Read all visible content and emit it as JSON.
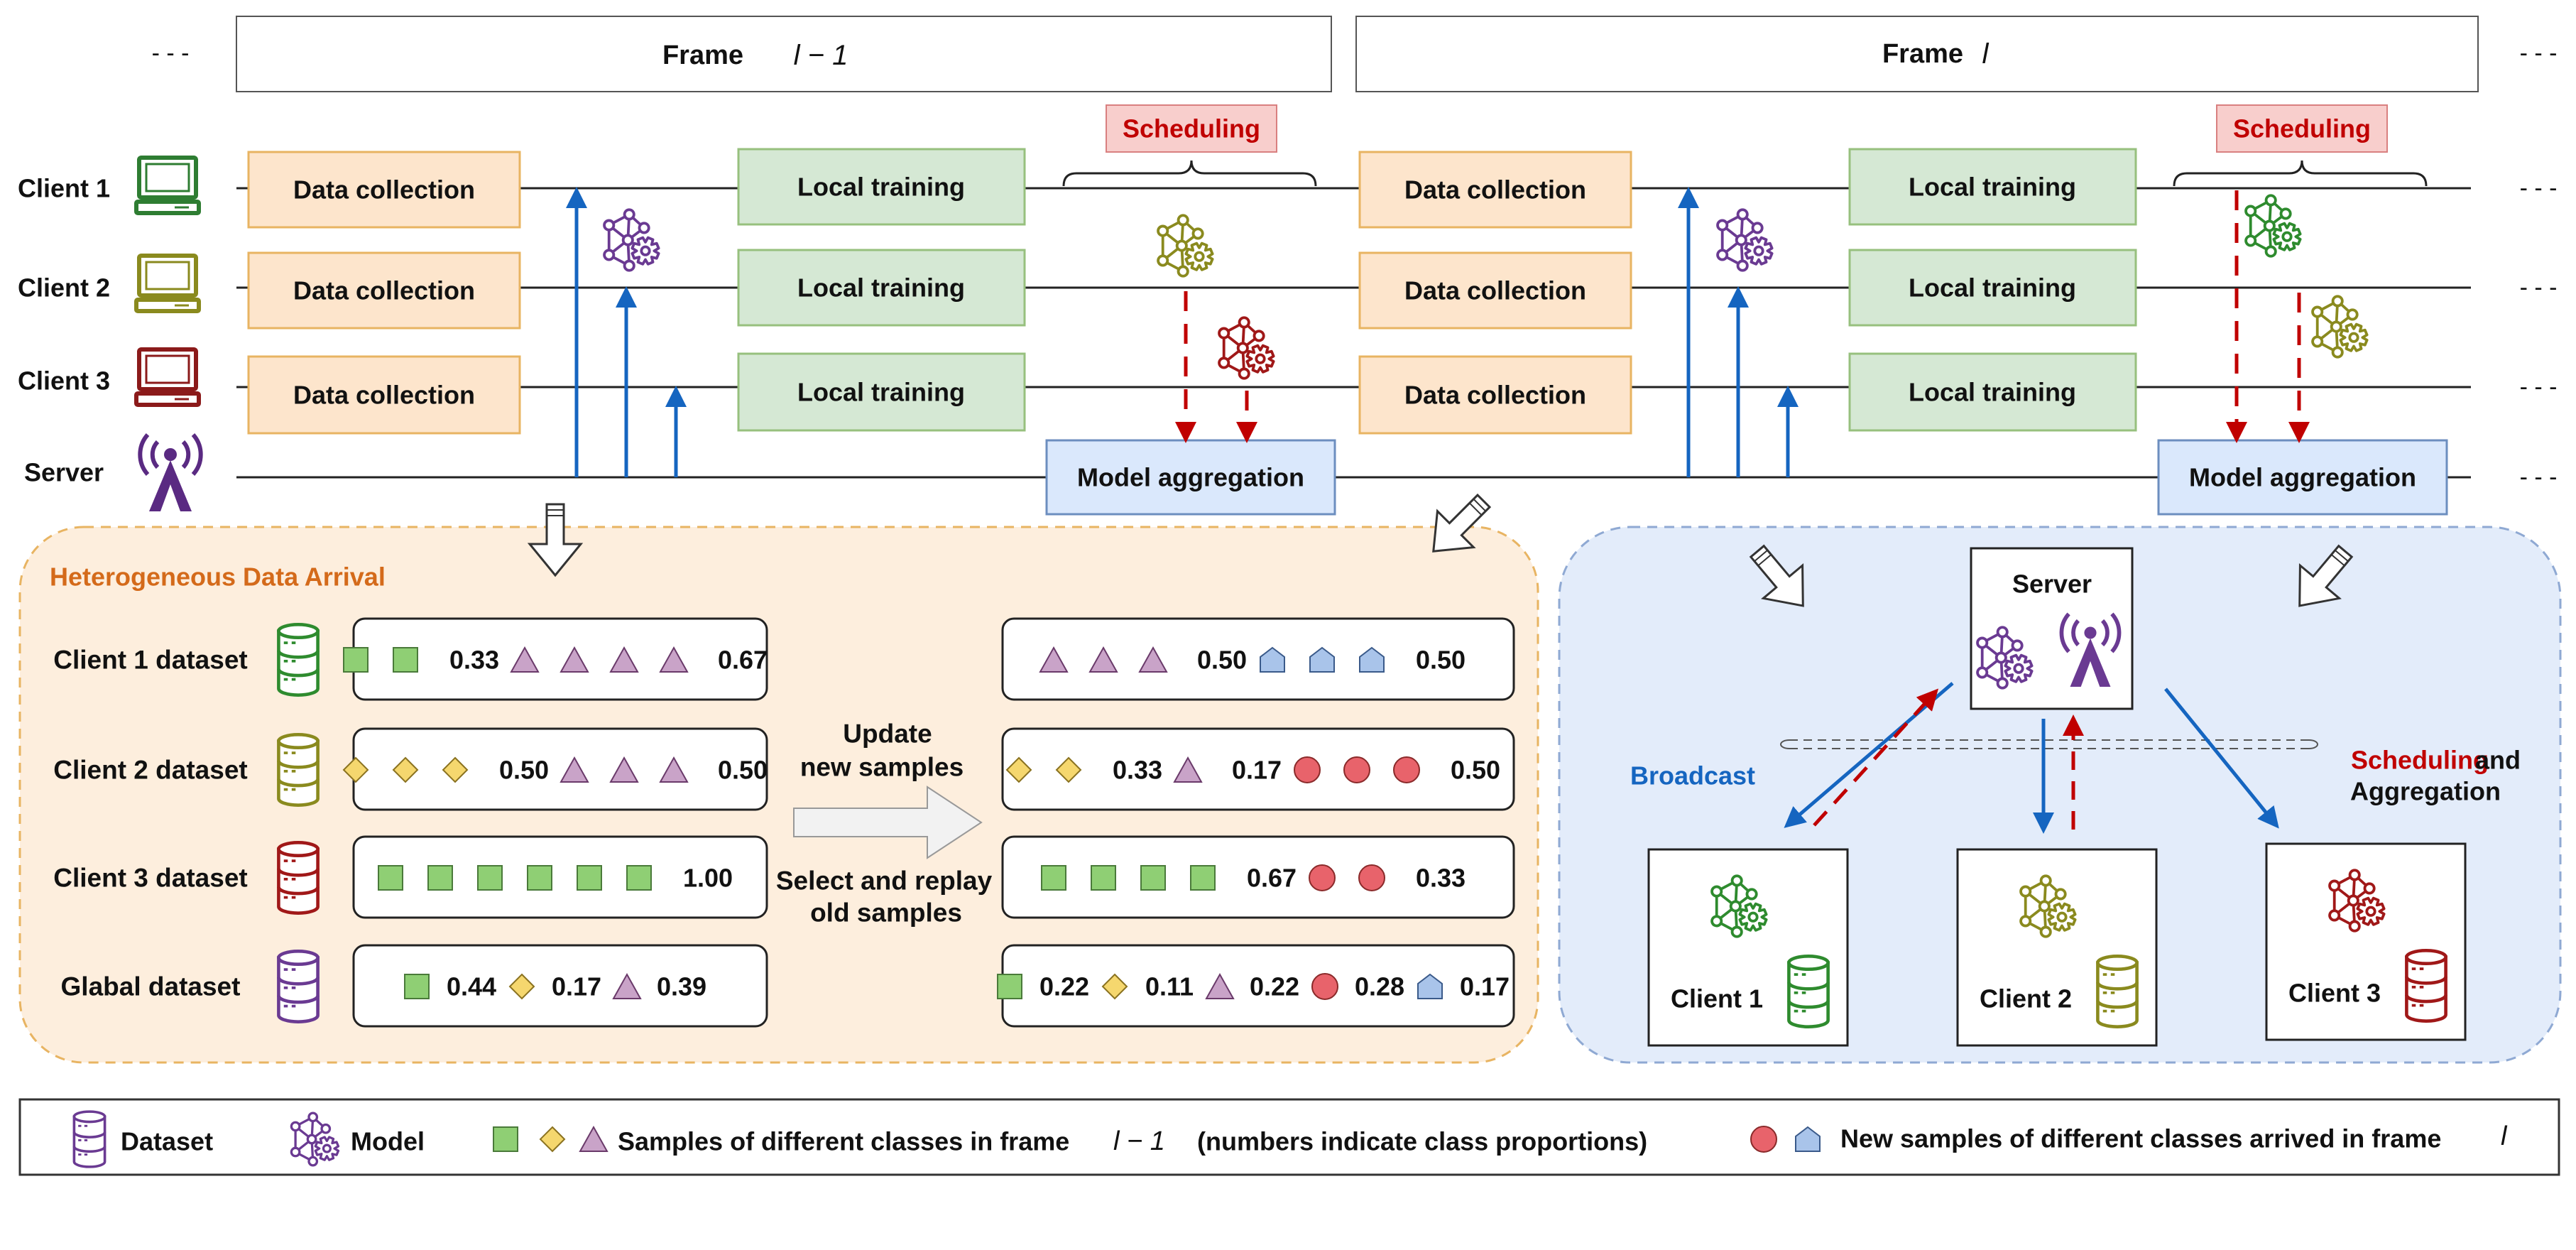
{
  "frames": [
    {
      "label": "Frame",
      "math": "l − 1"
    },
    {
      "label": "Frame",
      "math": "l"
    }
  ],
  "ellipsis": "- - -",
  "rows": [
    {
      "label": "Client 1",
      "icon": "computer-icon",
      "color": "#2e7d32"
    },
    {
      "label": "Client 2",
      "icon": "computer-icon",
      "color": "#8a8a1e"
    },
    {
      "label": "Client 3",
      "icon": "computer-icon",
      "color": "#8b1a1a"
    },
    {
      "label": "Server",
      "icon": "antenna-tower-icon",
      "color": "#5a2a82"
    }
  ],
  "timeline": {
    "data_collection": "Data collection",
    "local_training": "Local training",
    "scheduling": "Scheduling",
    "model_aggregation": "Model aggregation"
  },
  "hetero": {
    "title": "Heterogeneous Data Arrival",
    "dataset_labels": [
      "Client 1 dataset",
      "Client 2 dataset",
      "Client 3 dataset",
      "Glabal dataset"
    ],
    "update_label": [
      "Update",
      "new samples"
    ],
    "replay_label": [
      "Select and replay",
      "old samples"
    ],
    "before": [
      [
        {
          "shape": "square",
          "count": 2,
          "value": "0.33"
        },
        {
          "shape": "triangle",
          "count": 4,
          "value": "0.67"
        }
      ],
      [
        {
          "shape": "diamond",
          "count": 3,
          "value": "0.50"
        },
        {
          "shape": "triangle",
          "count": 3,
          "value": "0.50"
        }
      ],
      [
        {
          "shape": "square",
          "count": 6,
          "value": "1.00"
        }
      ],
      [
        {
          "shape": "square",
          "count": 1,
          "value": "0.44"
        },
        {
          "shape": "diamond",
          "count": 1,
          "value": "0.17"
        },
        {
          "shape": "triangle",
          "count": 1,
          "value": "0.39"
        }
      ]
    ],
    "after": [
      [
        {
          "shape": "triangle",
          "count": 3,
          "value": "0.50"
        },
        {
          "shape": "pentagon",
          "count": 3,
          "value": "0.50"
        }
      ],
      [
        {
          "shape": "diamond",
          "count": 2,
          "value": "0.33"
        },
        {
          "shape": "triangle",
          "count": 1,
          "value": "0.17"
        },
        {
          "shape": "circle",
          "count": 3,
          "value": "0.50"
        }
      ],
      [
        {
          "shape": "square",
          "count": 4,
          "value": "0.67"
        },
        {
          "shape": "circle",
          "count": 2,
          "value": "0.33"
        }
      ],
      [
        {
          "shape": "square",
          "count": 1,
          "value": "0.22"
        },
        {
          "shape": "diamond",
          "count": 1,
          "value": "0.11"
        },
        {
          "shape": "triangle",
          "count": 1,
          "value": "0.22"
        },
        {
          "shape": "circle",
          "count": 1,
          "value": "0.28"
        },
        {
          "shape": "pentagon",
          "count": 1,
          "value": "0.17"
        }
      ]
    ]
  },
  "fl_panel": {
    "server_label": "Server",
    "broadcast": "Broadcast",
    "scheduling_word": "Scheduling",
    "and_word": "and",
    "aggregation_word": "Aggregation",
    "clients": [
      "Client 1",
      "Client 2",
      "Client 3"
    ]
  },
  "legend": {
    "dataset": "Dataset",
    "model": "Model",
    "old_samples_prefix": "Samples of different classes in frame",
    "old_samples_math": "l − 1",
    "old_samples_suffix": "(numbers indicate class proportions)",
    "new_samples_prefix": "New samples of different classes arrived in frame",
    "new_samples_math": "l"
  },
  "colors": {
    "data_collection_fill": "#fde5cc",
    "data_collection_stroke": "#e8b462",
    "local_training_fill": "#d5e8d4",
    "local_training_stroke": "#97c07e",
    "aggregation_fill": "#dae8fc",
    "aggregation_stroke": "#6c8ebf",
    "scheduling_fill": "#f8cecc",
    "scheduling_text": "#c00000",
    "hetero_panel_fill": "#fdeedd",
    "hetero_panel_stroke": "#e8b462",
    "hetero_title": "#d46a1a",
    "fl_panel_fill": "#e3ecfa",
    "fl_panel_stroke": "#8fa9d3",
    "broadcast": "#1565c0",
    "square": "#8fcf74",
    "diamond": "#f5d76e",
    "triangle": "#c9a3c8",
    "circle": "#e8636b",
    "pentagon": "#a9c4ea",
    "model_purple": "#6a3a92",
    "model_green": "#2e8b2e",
    "model_olive": "#8a8a1e",
    "model_red": "#a01818"
  }
}
